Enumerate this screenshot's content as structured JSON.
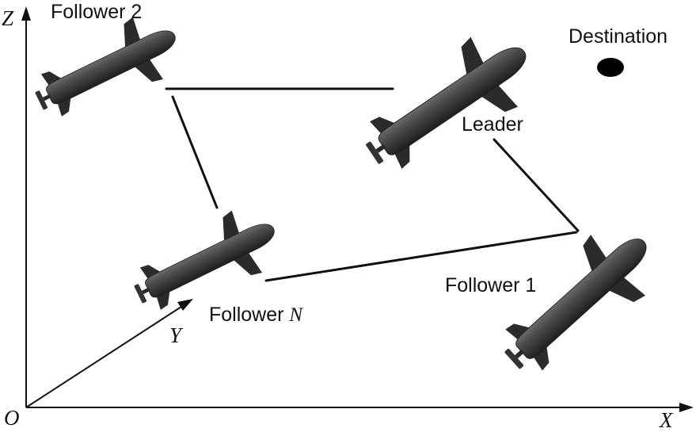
{
  "axes": {
    "origin": "O",
    "x": "X",
    "y": "Y",
    "z": "Z"
  },
  "labels": {
    "destination": "Destination",
    "leader": "Leader",
    "follower_1": "Follower 1",
    "follower_2": "Follower 2",
    "follower_n_prefix": "Follower ",
    "follower_n_suffix": "N"
  },
  "colors": {
    "vehicle_body": "#3a3a3a",
    "vehicle_fin": "#2b2b2b",
    "line": "#111111",
    "destination": "#000000"
  },
  "icons": {
    "vehicle": "auv-icon",
    "destination": "destination-marker"
  }
}
